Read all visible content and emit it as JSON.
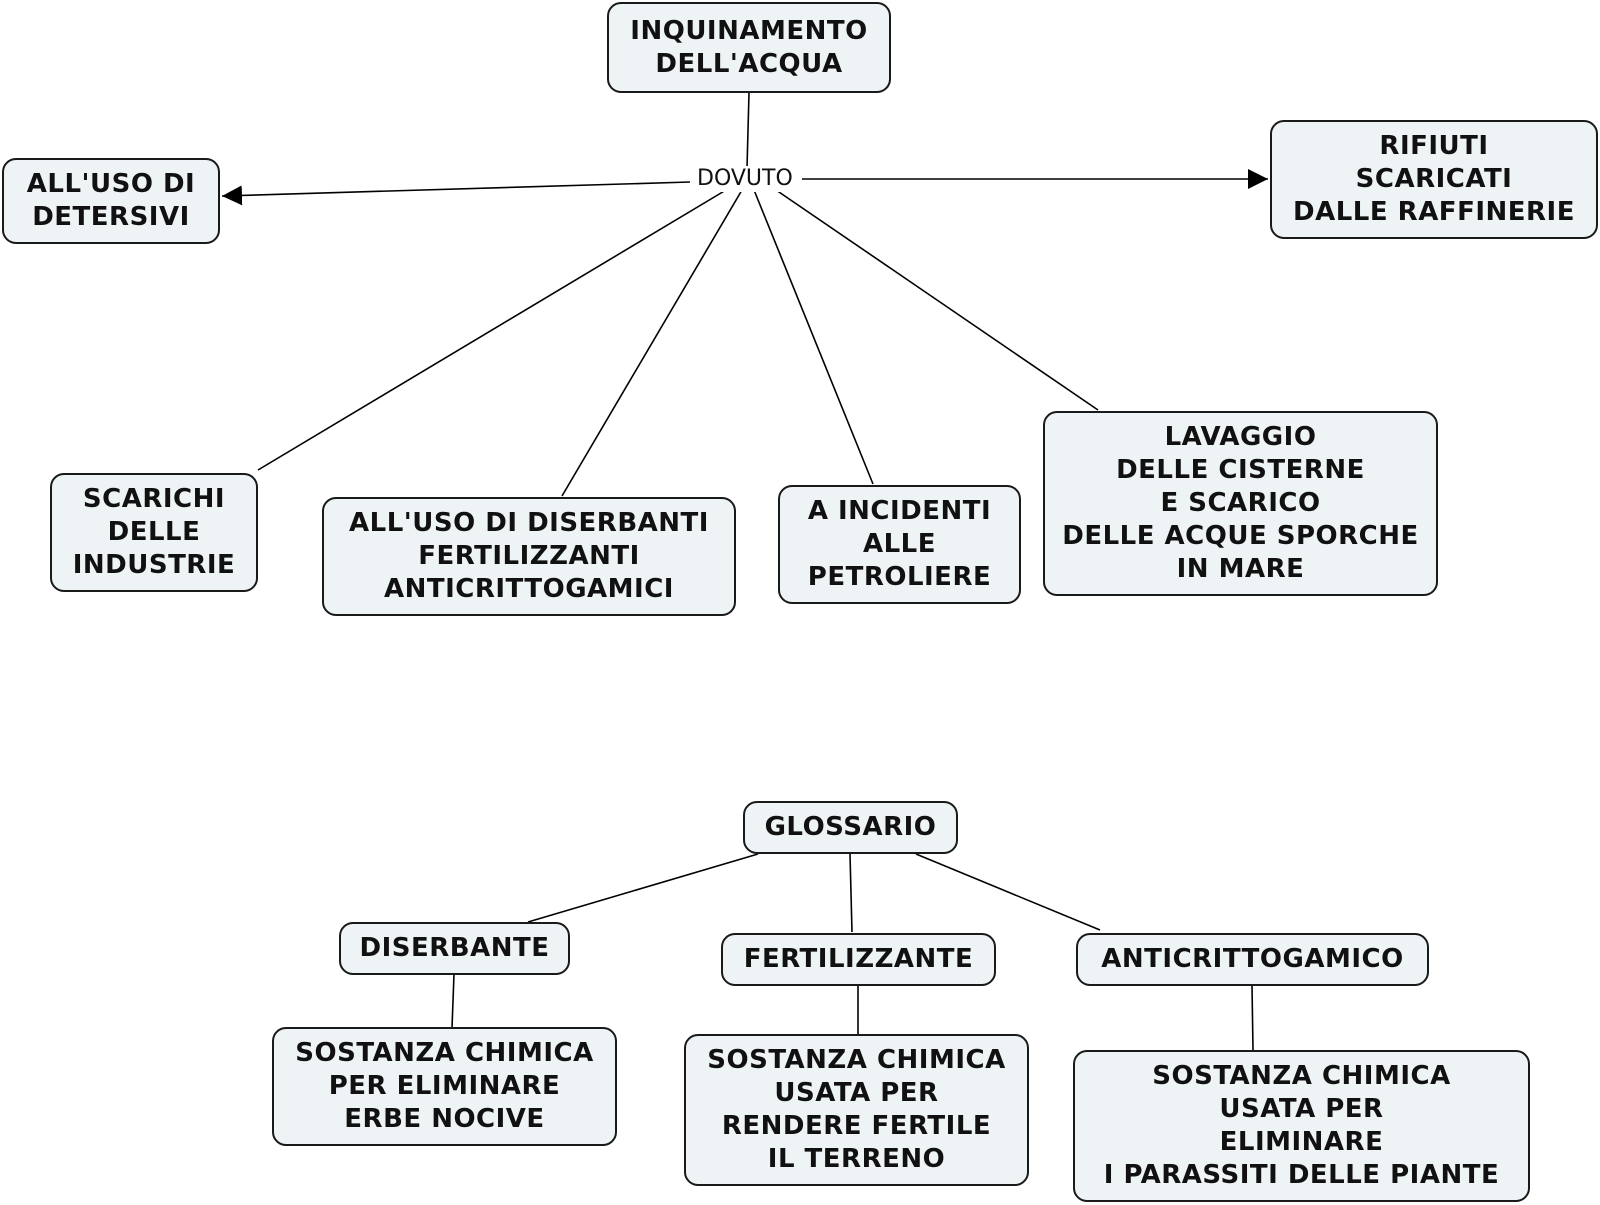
{
  "colors": {
    "node_fill": "#eef4f6",
    "node_border": "#1a1a1a",
    "line": "#000000"
  },
  "diagram": {
    "root": "INQUINAMENTO\nDELL'ACQUA",
    "link_label": "DOVUTO",
    "causes": {
      "detersivi": "ALL'USO DI\nDETERSIVI",
      "raffinerie": "RIFIUTI\nSCARICATI\nDALLE RAFFINERIE",
      "industrie": "SCARICHI\nDELLE\nINDUSTRIE",
      "diserbanti": "ALL'USO DI DISERBANTI\nFERTILIZZANTI\nANTICRITTOGAMICI",
      "petroliere": "A  INCIDENTI\nALLE\nPETROLIERE",
      "cisterne": "LAVAGGIO\nDELLE CISTERNE\nE SCARICO\nDELLE ACQUE SPORCHE\nIN MARE"
    }
  },
  "glossary": {
    "title": "GLOSSARIO",
    "terms": [
      {
        "term": "DISERBANTE",
        "definition": "SOSTANZA CHIMICA\nPER ELIMINARE\nERBE NOCIVE"
      },
      {
        "term": "FERTILIZZANTE",
        "definition": "SOSTANZA CHIMICA\nUSATA PER\nRENDERE FERTILE\nIL TERRENO"
      },
      {
        "term": "ANTICRITTOGAMICO",
        "definition": "SOSTANZA CHIMICA\nUSATA PER\nELIMINARE\nI PARASSITI DELLE PIANTE"
      }
    ]
  }
}
